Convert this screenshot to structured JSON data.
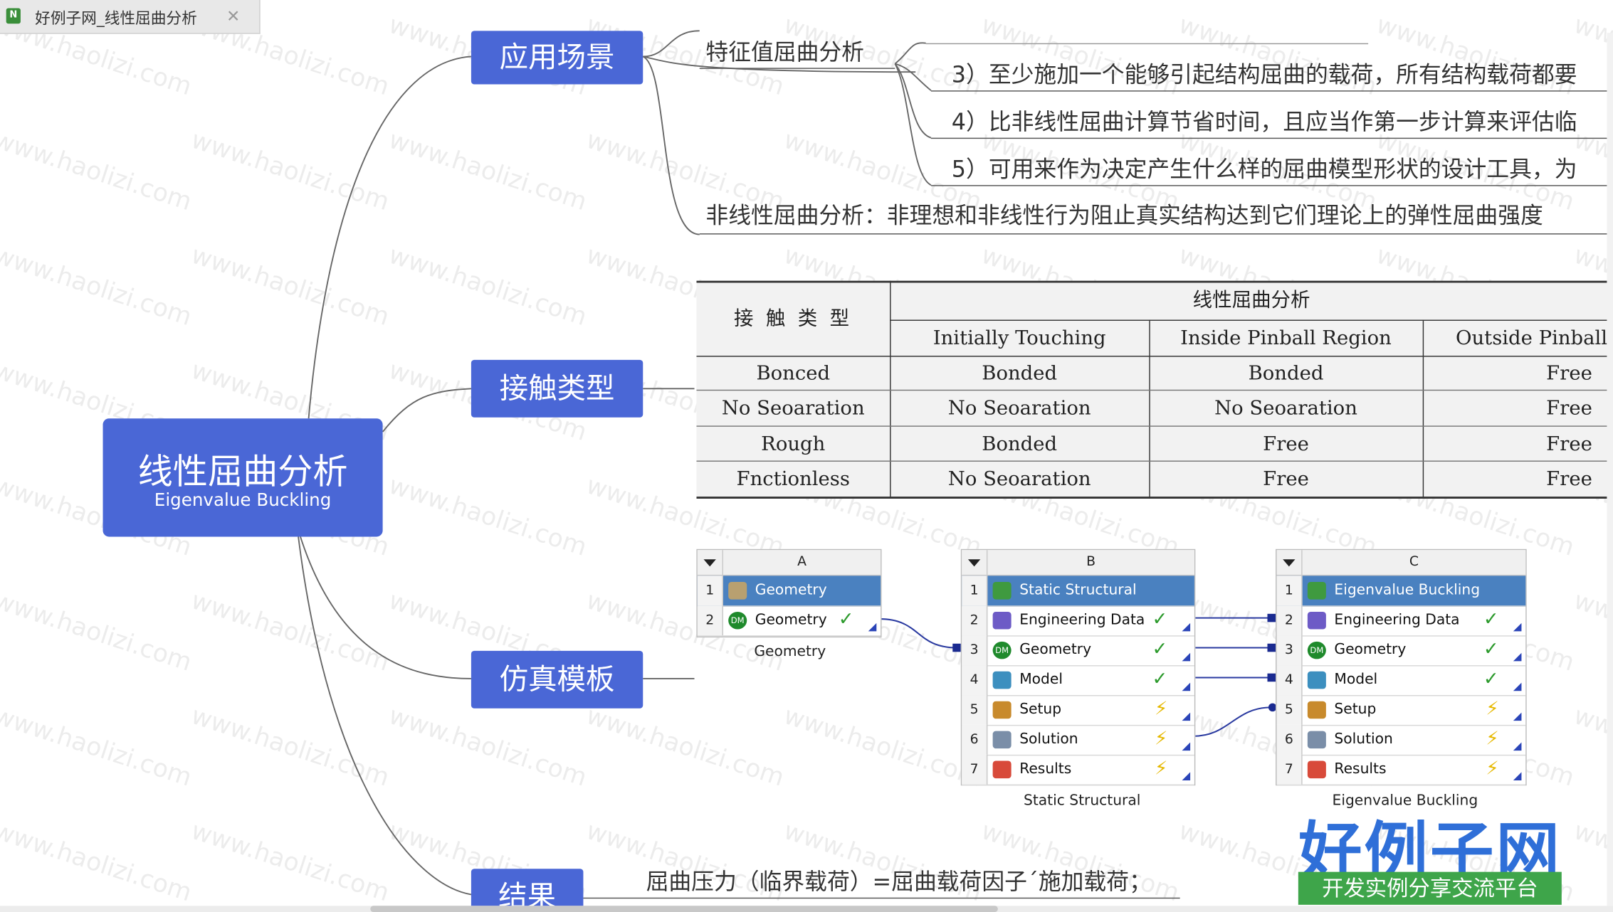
{
  "tab": {
    "title": "好例子网_线性屈曲分析",
    "close": "✕",
    "icon_text": "N"
  },
  "watermark": "www.haolizi.com",
  "root": {
    "title": "线性屈曲分析",
    "subtitle": "Eigenvalue Buckling"
  },
  "branches": {
    "scenario": {
      "label": "应用场景",
      "eigen_label": "特征值屈曲分析",
      "items": [
        "3）至少施加一个能够引起结构屈曲的载荷，所有结构载荷都要",
        "4）比非线性屈曲计算节省时间，且应当作第一步计算来评估临",
        "5）可用来作为决定产生什么样的屈曲模型形状的设计工具，为"
      ],
      "nonlinear": "非线性屈曲分析：非理想和非线性行为阻止真实结构达到它们理论上的弹性屈曲强度"
    },
    "contact": {
      "label": "接触类型"
    },
    "template": {
      "label": "仿真模板"
    },
    "result": {
      "label": "结果",
      "formula": "屈曲压力（临界载荷）=屈曲载荷因子´施加载荷；"
    }
  },
  "contact_table": {
    "corner": "接 触 类 型",
    "group": "线性屈曲分析",
    "columns": [
      "Initially Touching",
      "Inside Pinball Region",
      "Outside Pinball R"
    ],
    "rows": [
      [
        "Bonced",
        "Bonded",
        "Bonded",
        "Free"
      ],
      [
        "No Seoaration",
        "No Seoaration",
        "No Seoaration",
        "Free"
      ],
      [
        "Rough",
        "Bonded",
        "Free",
        "Free"
      ],
      [
        "Fnctionless",
        "No Seoaration",
        "Free",
        "Free"
      ]
    ]
  },
  "workbench": {
    "A": {
      "col": "A",
      "caption": "Geometry",
      "rows": [
        {
          "n": "1",
          "label": "Geometry",
          "status": ""
        },
        {
          "n": "2",
          "label": "Geometry",
          "status": "✓"
        }
      ]
    },
    "B": {
      "col": "B",
      "caption": "Static Structural",
      "rows": [
        {
          "n": "1",
          "label": "Static Structural",
          "status": ""
        },
        {
          "n": "2",
          "label": "Engineering Data",
          "status": "✓"
        },
        {
          "n": "3",
          "label": "Geometry",
          "status": "✓"
        },
        {
          "n": "4",
          "label": "Model",
          "status": "✓"
        },
        {
          "n": "5",
          "label": "Setup",
          "status": "⚡"
        },
        {
          "n": "6",
          "label": "Solution",
          "status": "⚡"
        },
        {
          "n": "7",
          "label": "Results",
          "status": "⚡"
        }
      ]
    },
    "C": {
      "col": "C",
      "caption": "Eigenvalue Buckling",
      "rows": [
        {
          "n": "1",
          "label": "Eigenvalue Buckling",
          "status": ""
        },
        {
          "n": "2",
          "label": "Engineering Data",
          "status": "✓"
        },
        {
          "n": "3",
          "label": "Geometry",
          "status": "✓"
        },
        {
          "n": "4",
          "label": "Model",
          "status": "✓"
        },
        {
          "n": "5",
          "label": "Setup",
          "status": "⚡"
        },
        {
          "n": "6",
          "label": "Solution",
          "status": "⚡"
        },
        {
          "n": "7",
          "label": "Results",
          "status": "⚡"
        }
      ]
    },
    "dm_text": "DM"
  },
  "logo": {
    "main": "好例子网",
    "sub": "开发实例分享交流平台"
  },
  "colors": {
    "node": "#4a67d6",
    "selected_row": "#4a81c0",
    "logo_blue": "#2f6fd8",
    "logo_green": "#3ea54a"
  }
}
